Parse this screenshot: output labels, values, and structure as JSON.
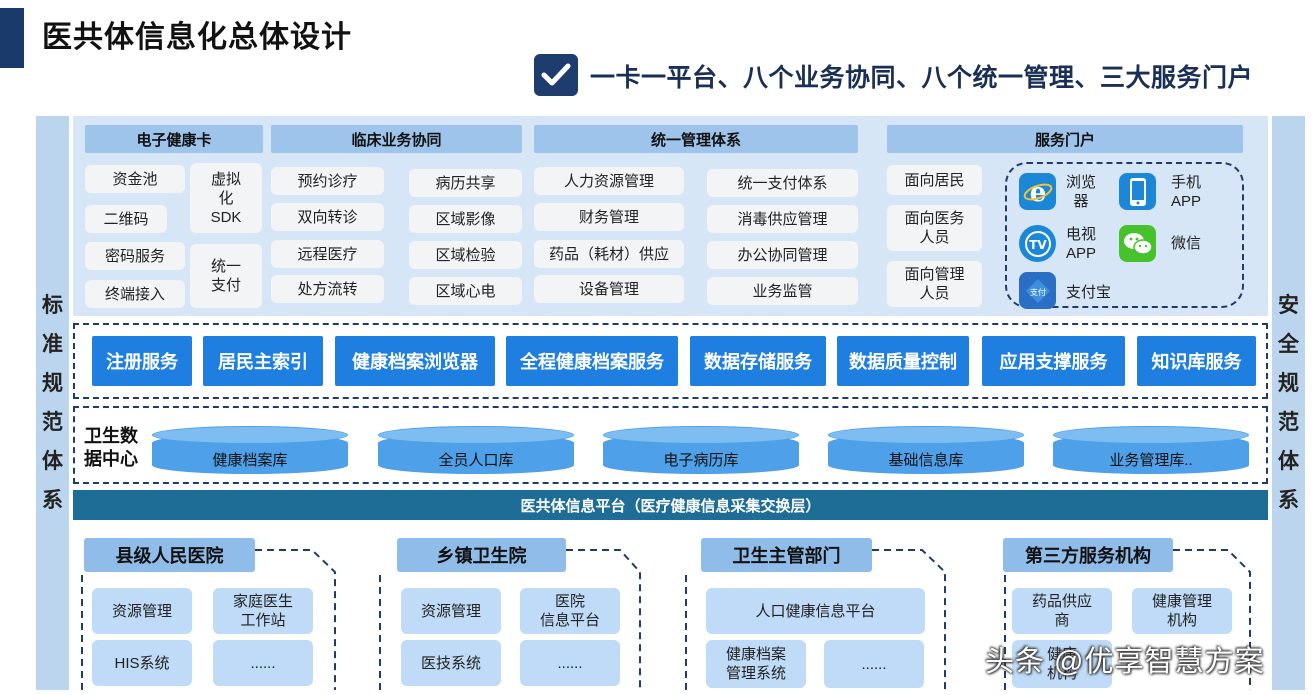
{
  "page": {
    "title": "医共体信息化总体设计",
    "subtitle": "一卡一平台、八个业务协同、八个统一管理、三大服务门户"
  },
  "side_left": [
    "标",
    "准",
    "规",
    "范",
    "体",
    "系"
  ],
  "side_right": [
    "安",
    "全",
    "规",
    "范",
    "体",
    "系"
  ],
  "top": {
    "ehc_card": {
      "head": "电子健康卡",
      "items": [
        "资金池",
        "二维码",
        "密码服务",
        "终端接入"
      ],
      "side_items": [
        "虚拟\n化\nSDK",
        "统一\n支付"
      ]
    },
    "clinical": {
      "head": "临床业务协同",
      "col1": [
        "预约诊疗",
        "双向转诊",
        "远程医疗",
        "处方流转"
      ],
      "col2": [
        "病历共享",
        "区域影像",
        "区域检验",
        "区域心电"
      ]
    },
    "management": {
      "head": "统一管理体系",
      "col1": [
        "人力资源管理",
        "财务管理",
        "药品（耗材）供应",
        "设备管理"
      ],
      "col2": [
        "统一支付体系",
        "消毒供应管理",
        "办公协同管理",
        "业务监管"
      ]
    },
    "portal": {
      "head": "服务门户",
      "items": [
        "面向居民",
        "面向医务\n人员",
        "面向管理\n人员"
      ],
      "apps": [
        {
          "label": "浏览\n器",
          "icon": "ie-browser-icon"
        },
        {
          "label": "手机\nAPP",
          "icon": "mobile-phone-icon"
        },
        {
          "label": "电视\nAPP",
          "icon": "tv-icon"
        },
        {
          "label": "微信",
          "icon": "wechat-icon"
        },
        {
          "label": "支付宝",
          "icon": "alipay-icon"
        }
      ]
    }
  },
  "services": [
    "注册服务",
    "居民主索引",
    "健康档案浏览器",
    "全程健康档案服务",
    "数据存储服务",
    "数据质量控制",
    "应用支撑服务",
    "知识库服务"
  ],
  "data_center": {
    "label": "卫生数\n据中心",
    "dbs": [
      "健康档案库",
      "全员人口库",
      "电子病历库",
      "基础信息库",
      "业务管理库.."
    ]
  },
  "platform": "医共体信息平台（医疗健康信息采集交换层）",
  "orgs": [
    {
      "head": "县级人民医院",
      "items": [
        "资源管理",
        "家庭医生\n工作站",
        "HIS系统",
        "......"
      ]
    },
    {
      "head": "乡镇卫生院",
      "items": [
        "资源管理",
        "医院\n信息平台",
        "医技系统",
        "......"
      ]
    },
    {
      "head": "卫生主管部门",
      "items": [
        "人口健康信息平台",
        "健康档案\n管理系统",
        "......"
      ]
    },
    {
      "head": "第三方服务机构",
      "items": [
        "药品供应\n商",
        "健康管理\n机构",
        "健康\n机构"
      ]
    }
  ],
  "watermark": "头条 @优享智慧方案",
  "colors": {
    "navy": "#1f3c6e",
    "service_blue": "#1e7fe0",
    "platform_teal": "#1d6d97",
    "light_panel": "#d6e6f7"
  }
}
